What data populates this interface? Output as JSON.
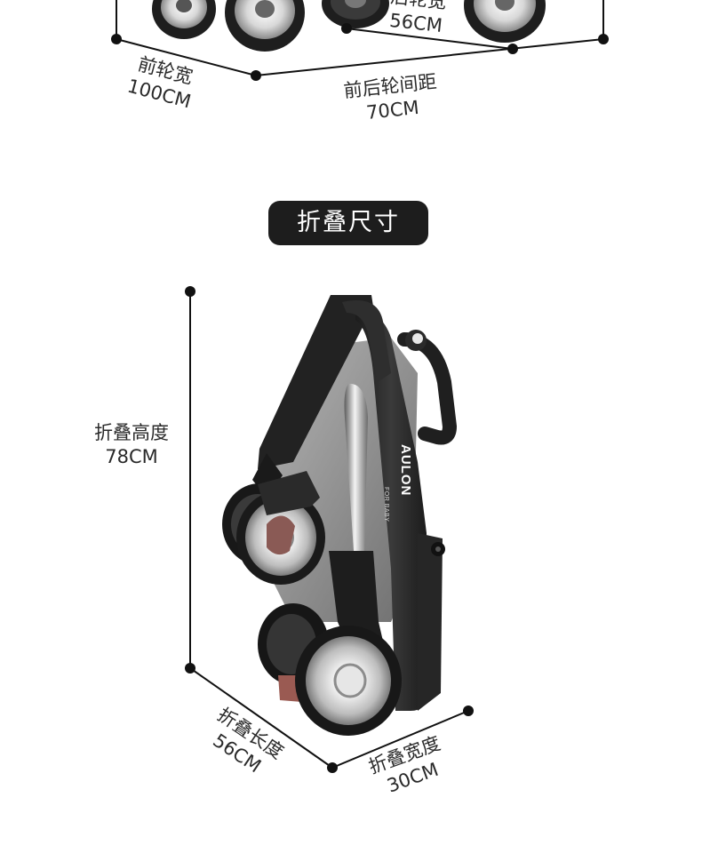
{
  "top_section": {
    "rear_wheel_width": {
      "label_partial": "后轮宽",
      "value": "56CM"
    },
    "front_wheel_width": {
      "label": "前轮宽",
      "value": "100CM"
    },
    "wheelbase": {
      "label": "前后轮间距",
      "value": "70CM"
    }
  },
  "folded_section": {
    "title": "折叠尺寸",
    "height": {
      "label": "折叠高度",
      "value": "78CM"
    },
    "length": {
      "label": "折叠长度",
      "value": "56CM"
    },
    "width": {
      "label": "折叠宽度",
      "value": "30CM"
    }
  },
  "product": {
    "brand": "AULON",
    "sub_brand": "FOR BABY"
  },
  "colors": {
    "frame": "#2b2b2b",
    "fabric": "#8d8d8d",
    "accent": "#9a5a52",
    "line": "#111111",
    "badge": "#1d1d1d"
  }
}
